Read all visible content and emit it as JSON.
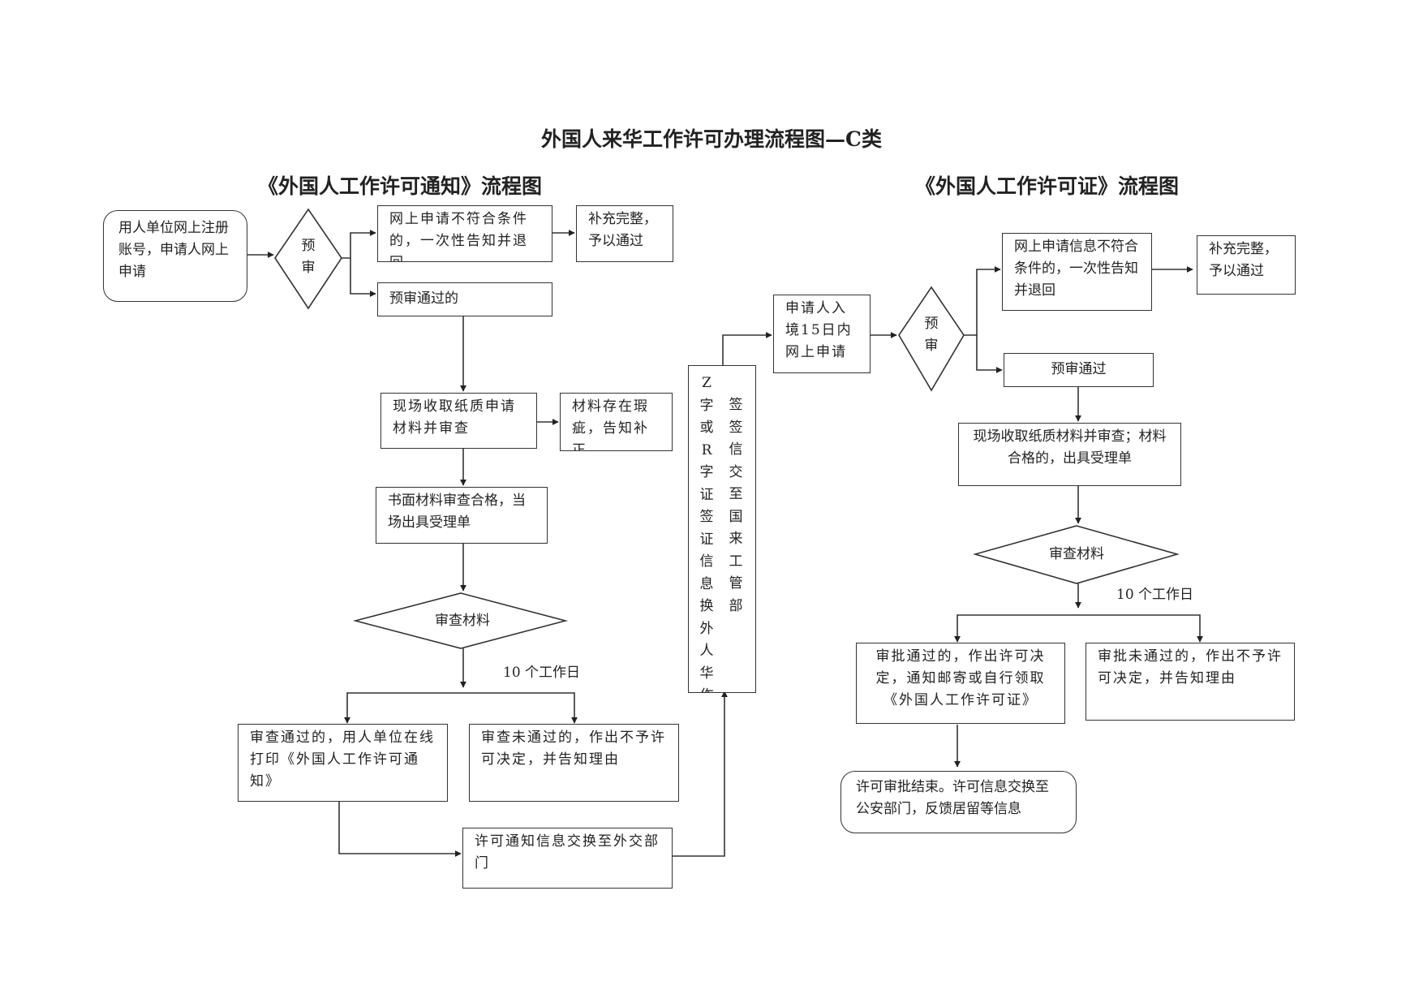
{
  "title": "外国人来华工作许可办理流程图—C类",
  "left_flow": {
    "heading": "《外国人工作许可通知》流程图",
    "start": "用人单位网上注册账号，申请人网上申请",
    "decision_prereview": "预审",
    "rejected": "网上申请不符合条件的，一次性告知并退回",
    "supplement": "补充完整，予以通过",
    "passed": "预审通过的",
    "onsite": "现场收取纸质申请材料并审查",
    "flaw": "材料存在瑕疵，告知补正",
    "accept": "书面材料审查合格，当场出具受理单",
    "decision_review": "审查材料",
    "days": "10 个工作日",
    "approved": "审查通过的，用人单位在线打印《外国人工作许可通知》",
    "denied": "审查未通过的，作出不予许可决定，并告知理由",
    "exchange": "许可通知信息交换至外交部门"
  },
  "middle": {
    "visa_col1": "Z字或R字证签证信息换外人华作理门",
    "visa_col2": "签签信交至国来工管部"
  },
  "right_flow": {
    "heading": "《外国人工作许可证》流程图",
    "apply": "申请人入境15日内网上申请",
    "decision_prereview": "预审",
    "rejected": "网上申请信息不符合条件的，一次性告知并退回",
    "supplement": "补充完整，予以通过",
    "passed": "预审通过",
    "onsite": "现场收取纸质材料并审查；材料合格的，出具受理单",
    "decision_review": "审查材料",
    "days": "10 个工作日",
    "approved": "审批通过的，作出许可决定，通知邮寄或自行领取《外国人工作许可证》",
    "denied": "审批未通过的，作出不予许可决定，并告知理由",
    "end": "许可审批结束。许可信息交换至公安部门，反馈居留等信息"
  }
}
